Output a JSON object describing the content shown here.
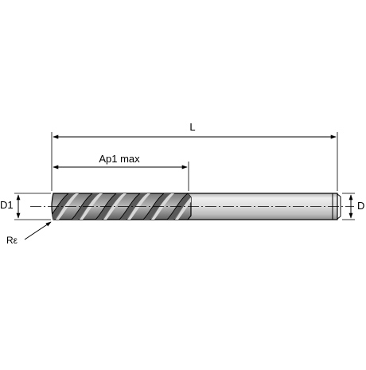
{
  "labels": {
    "overall_length": "L",
    "cutting_length": "Ap1 max",
    "cutting_diameter": "D1",
    "shank_diameter": "D",
    "corner_radius": "Rε"
  },
  "colors": {
    "line": "#000000",
    "shank_light": "#e9e9e9",
    "shank_mid": "#cfcfcf",
    "shank_dark": "#9a9a9a",
    "flute_dark": "#5a5a5a",
    "flute_light": "#d8d8d8"
  },
  "flute_count": 6
}
